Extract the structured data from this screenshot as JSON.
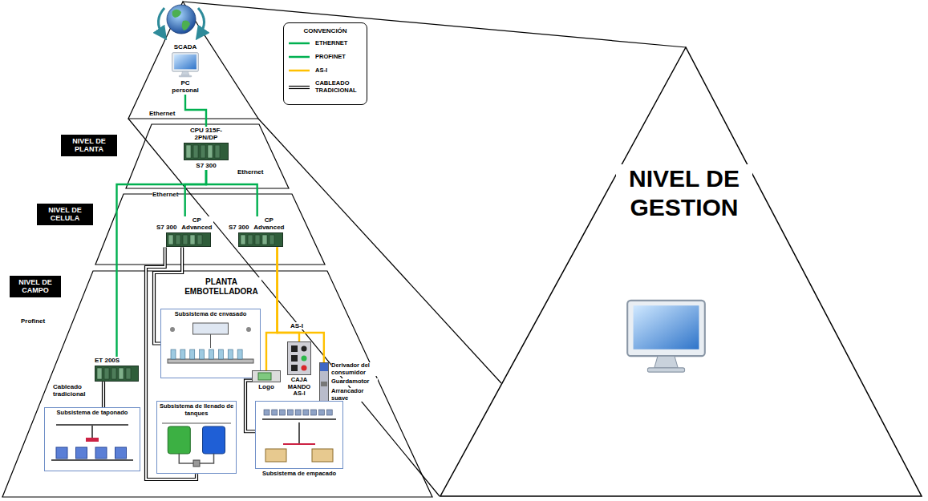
{
  "diagram": {
    "nodes": [
      {
        "text": [
          "SCADA",
          "PC personal"
        ]
      },
      {
        "text": [
          "NIVEL DE PLANTA"
        ]
      },
      {
        "text": [
          "CPU 315F-2PN/DP",
          "S7 300"
        ]
      },
      {
        "text": [
          "NIVEL DE CELULA"
        ]
      },
      {
        "text": [
          "S7 300",
          "CP Advanced"
        ]
      },
      {
        "text": [
          "S7 300",
          "CP Advanced"
        ]
      },
      {
        "text": [
          "NIVEL DE CAMPO"
        ]
      },
      {
        "text": [
          "ET 200S"
        ]
      },
      {
        "text": [
          "Subsistema de envasado"
        ]
      },
      {
        "text": [
          "CAJA MANDO AS-I"
        ]
      },
      {
        "text": [
          "Derivador del consumidor",
          "Guardamotor",
          "Arrancador suave"
        ]
      },
      {
        "text": [
          "Logo"
        ]
      },
      {
        "text": [
          "Subsistema de taponado"
        ]
      },
      {
        "text": [
          "Subsistema de llenado de tanques"
        ]
      },
      {
        "text": [
          "Subsistema de empacado"
        ]
      },
      {
        "text": [
          "NIVEL DE GESTION"
        ]
      }
    ],
    "edges": [
      {
        "from": 0,
        "to": 2,
        "arrow": "none",
        "label": "Ethernet"
      },
      {
        "from": 2,
        "to": 4,
        "arrow": "none",
        "label": "Ethernet"
      },
      {
        "from": 2,
        "to": 5,
        "arrow": "none",
        "label": "Ethernet"
      },
      {
        "from": 2,
        "to": 7,
        "arrow": "none",
        "label": "Profinet"
      },
      {
        "from": 4,
        "to": 8,
        "arrow": "none"
      },
      {
        "from": 4,
        "to": 13,
        "arrow": "none"
      },
      {
        "from": 7,
        "to": 12,
        "arrow": "none",
        "label": "Cableado tradicional"
      },
      {
        "from": 5,
        "to": 9,
        "arrow": "none",
        "label": "AS-I"
      },
      {
        "from": 5,
        "to": 10,
        "arrow": "none"
      },
      {
        "from": 5,
        "to": 11,
        "arrow": "none"
      },
      {
        "from": 11,
        "to": 14,
        "arrow": "none"
      }
    ],
    "labels": [
      "CONVENCIÓN",
      "PLANTA EMBOTELLADORA"
    ],
    "legend": [
      {
        "text": "ETHERNET",
        "color": "#00b050"
      },
      {
        "text": "PROFINET",
        "color": "#00b050"
      },
      {
        "text": "AS-I",
        "color": "#ffc000"
      },
      {
        "text": "CABLEADO TRADICIONAL"
      }
    ]
  }
}
